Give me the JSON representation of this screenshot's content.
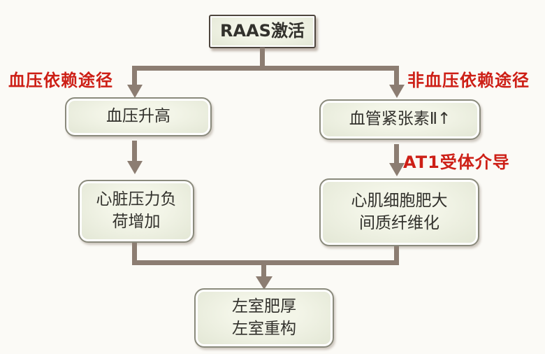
{
  "diagram": {
    "nodes": {
      "raas": "RAAS激活",
      "bp_rise": "血压升高",
      "angiotensin": "血管紧张素Ⅱ↑",
      "cardiac_load": [
        "心脏压力负",
        "荷增加"
      ],
      "myocyte": [
        "心肌细胞肥大",
        "间质纤维化"
      ],
      "lv": [
        "左室肥厚",
        "左室重构"
      ]
    },
    "pathway_labels": {
      "left": "血压依赖途径",
      "right": "非血压依赖途径",
      "at1": "AT1受体介导"
    },
    "colors": {
      "background": "#fbfaf6",
      "node_fill": "#edf0e1",
      "node_border": "#8a8a7c",
      "title_border": "#4e463e",
      "connector": "#8c7d72",
      "red_label": "#cd1f16",
      "text": "#32312c"
    }
  }
}
